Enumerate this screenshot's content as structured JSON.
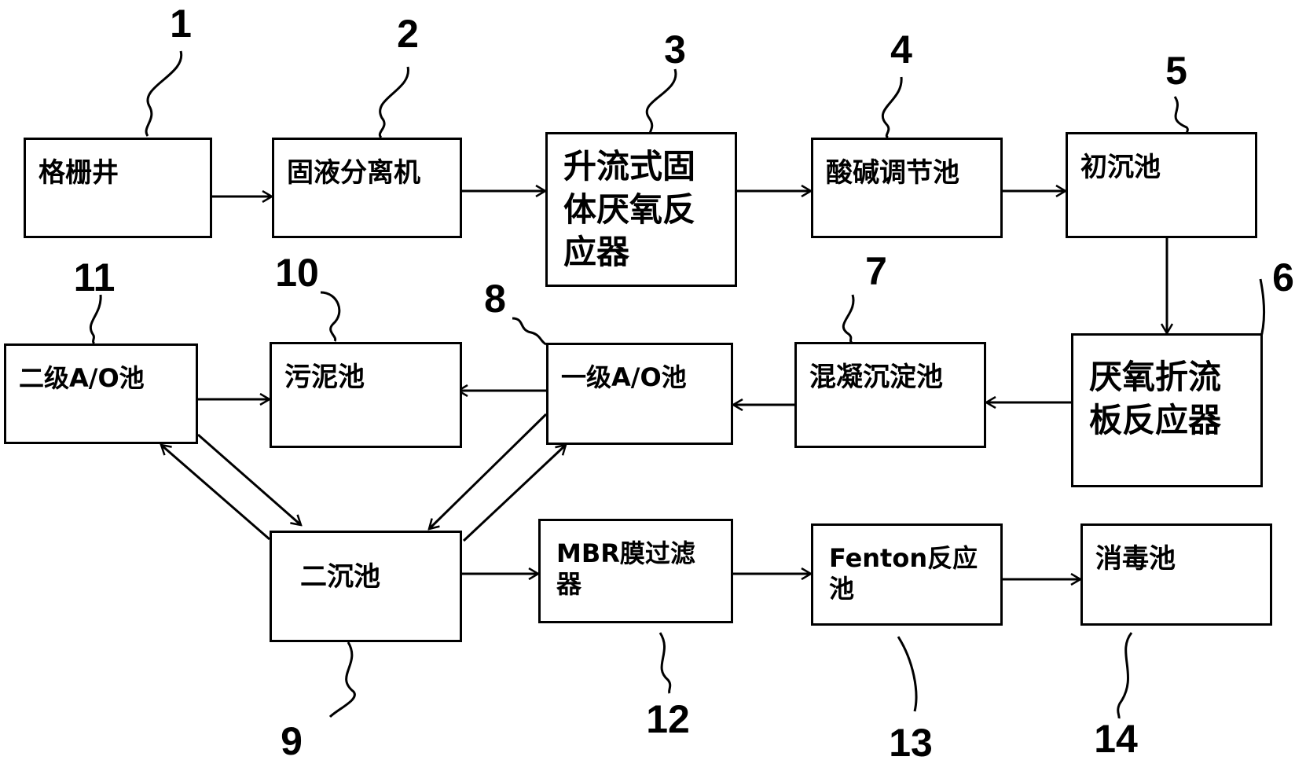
{
  "boxes": [
    {
      "id": "1",
      "label": "格栅井"
    },
    {
      "id": "2",
      "label": "固液分离机"
    },
    {
      "id": "3",
      "label": "升流式固\n体厌氧反\n应器"
    },
    {
      "id": "4",
      "label": "酸碱调节池"
    },
    {
      "id": "5",
      "label": "初沉池"
    },
    {
      "id": "6",
      "label": "厌氧折流\n板反应器"
    },
    {
      "id": "7",
      "label": "混凝沉淀池"
    },
    {
      "id": "8",
      "label": "一级A/O池"
    },
    {
      "id": "9",
      "label": "二沉池"
    },
    {
      "id": "10",
      "label": "污泥池"
    },
    {
      "id": "11",
      "label": "二级A/O池"
    },
    {
      "id": "12",
      "label": "MBR膜过滤\n器"
    },
    {
      "id": "13",
      "label": "Fenton反应\n池"
    },
    {
      "id": "14",
      "label": "消毒池"
    }
  ],
  "numbers": [
    "1",
    "2",
    "3",
    "4",
    "5",
    "6",
    "7",
    "8",
    "9",
    "10",
    "11",
    "12",
    "13",
    "14"
  ],
  "colors": {
    "line": "#000000",
    "background": "#ffffff"
  }
}
